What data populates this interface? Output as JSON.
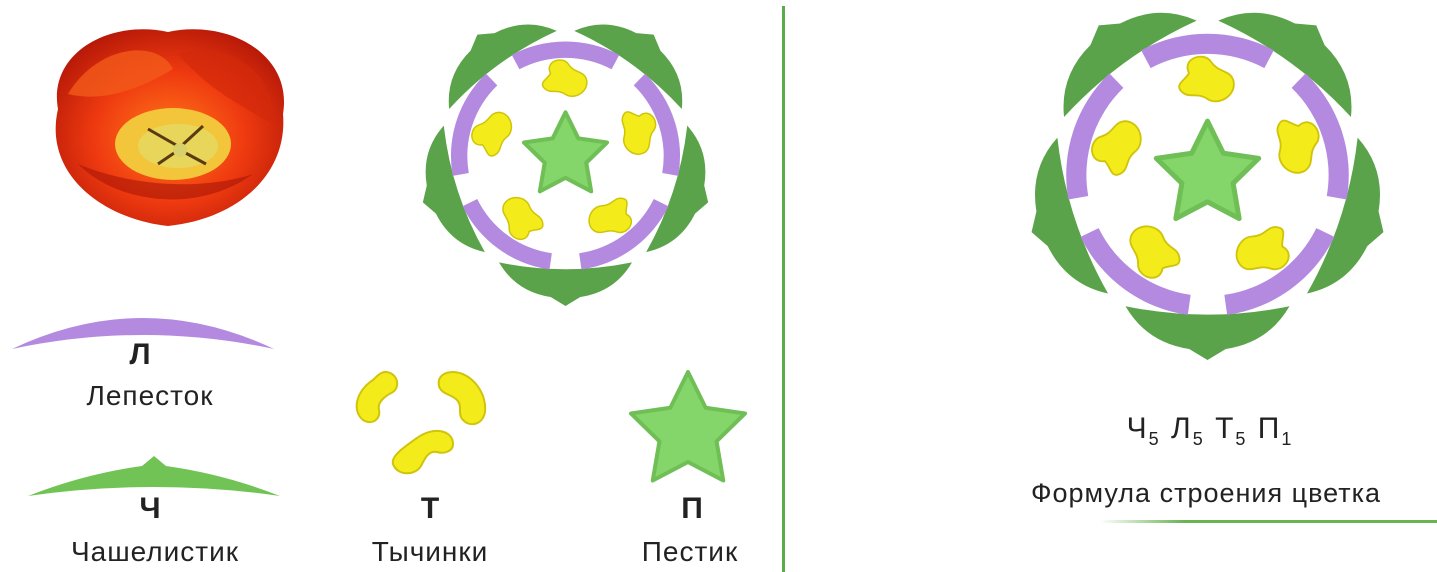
{
  "colors": {
    "sepal": "#5aa34a",
    "petal": "#b48ae0",
    "stamen": "#f4ec1a",
    "stamen_stroke": "#cfc40a",
    "pistil": "#84d66a",
    "divider": "#5aab4a"
  },
  "legend": {
    "petal": {
      "letter": "Л",
      "name": "Лепесток"
    },
    "sepal": {
      "letter": "Ч",
      "name": "Чашелистик"
    },
    "stamen": {
      "letter": "Т",
      "name": "Тычинки"
    },
    "pistil": {
      "letter": "П",
      "name": "Пестик"
    }
  },
  "formula": {
    "parts": [
      {
        "sym": "Ч",
        "n": "5"
      },
      {
        "sym": "Л",
        "n": "5"
      },
      {
        "sym": "Т",
        "n": "5"
      },
      {
        "sym": "П",
        "n": "1"
      }
    ],
    "caption": "Формула строения цветка"
  }
}
